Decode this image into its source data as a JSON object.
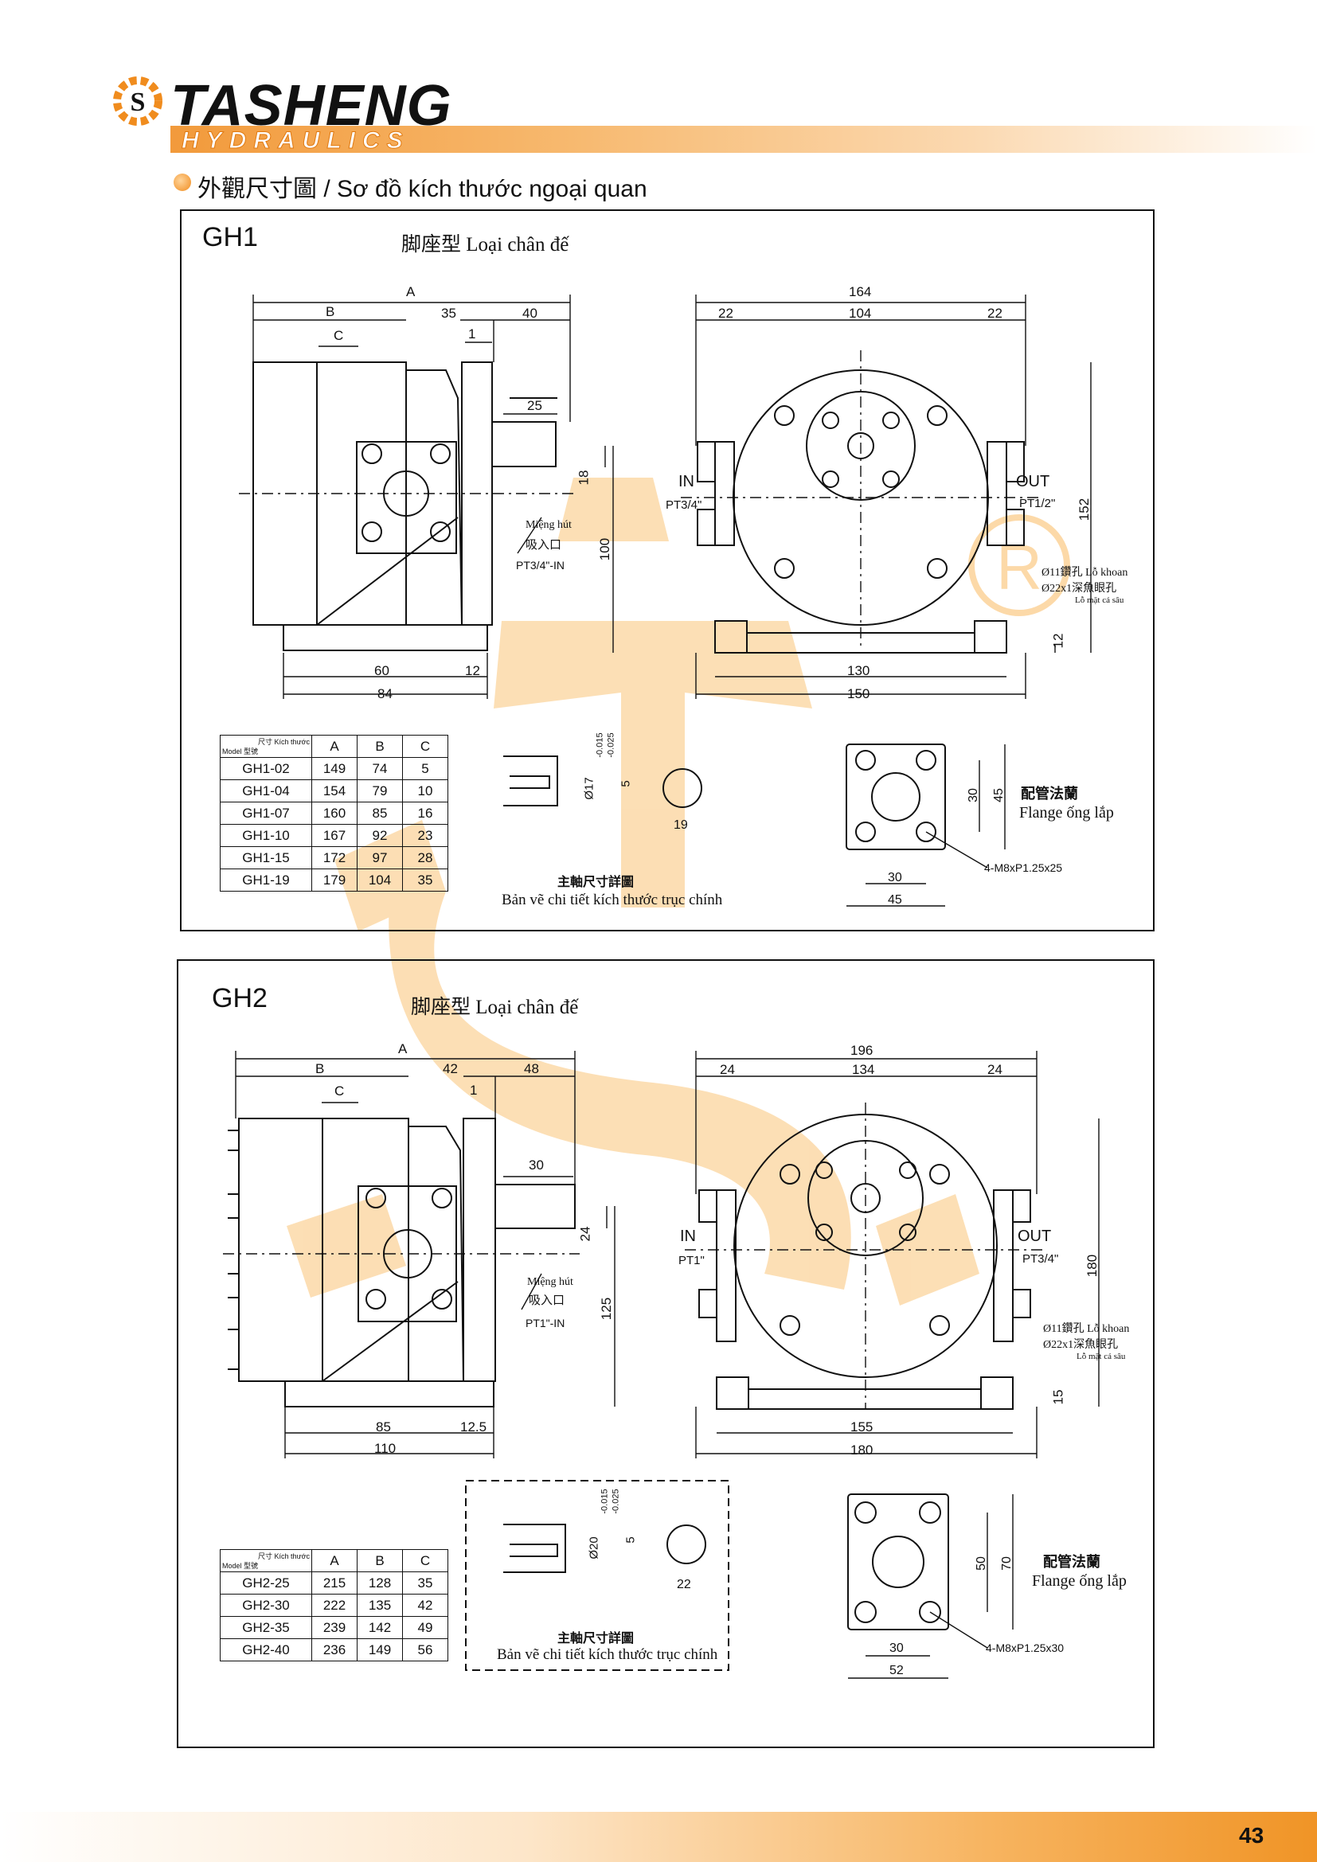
{
  "brand": {
    "name": "TASHENG",
    "sub": "HYDRAULICS"
  },
  "section_title": "外觀尺寸圖 / Sơ đồ kích thước ngoại quan",
  "gh1": {
    "model": "GH1",
    "mount_type": "脚座型 Loại chân đế",
    "dims": {
      "A": "A",
      "B": "B",
      "C": "C",
      "d35": "35",
      "d40": "40",
      "d1": "1",
      "d25": "25",
      "d18": "18",
      "d100": "100",
      "d60": "60",
      "d84": "84",
      "d12": "12",
      "d164": "164",
      "d22a": "22",
      "d104": "104",
      "d22b": "22",
      "d152": "152",
      "d12v": "12",
      "d130": "130",
      "d150": "150"
    },
    "in_label": "IN",
    "in_port": "PT3/4\"",
    "out_label": "OUT",
    "out_port": "PT1/2\"",
    "suction_vn": "Miệng hút",
    "suction_cn": "吸入口",
    "suction_port": "PT3/4\"-IN",
    "hole1": "Ø11鑽孔 Lỗ khoan",
    "hole2": "Ø22x1深魚眼孔",
    "hole3": "Lỗ mặt cá sâu",
    "shaft": {
      "dia": "Ø17",
      "tol1": "-0.015",
      "tol2": "-0.025",
      "key": "5",
      "w": "19",
      "title_cn": "主軸尺寸詳圖",
      "title_vn": "Bản vẽ chi tiết kích thước trục chính"
    },
    "flange": {
      "d30v": "30",
      "d45v": "45",
      "d30h": "30",
      "d45h": "45",
      "bolt": "4-M8xP1.25x25",
      "title_cn": "配管法蘭",
      "title_vn": "Flange ống lắp"
    },
    "table": {
      "hdr_top": "尺寸 Kích thước",
      "hdr_bottom": "Model 型號",
      "columns": [
        "A",
        "B",
        "C"
      ],
      "rows": [
        [
          "GH1-02",
          "149",
          "74",
          "5"
        ],
        [
          "GH1-04",
          "154",
          "79",
          "10"
        ],
        [
          "GH1-07",
          "160",
          "85",
          "16"
        ],
        [
          "GH1-10",
          "167",
          "92",
          "23"
        ],
        [
          "GH1-15",
          "172",
          "97",
          "28"
        ],
        [
          "GH1-19",
          "179",
          "104",
          "35"
        ]
      ]
    }
  },
  "gh2": {
    "model": "GH2",
    "mount_type": "脚座型 Loại chân đế",
    "dims": {
      "A": "A",
      "B": "B",
      "C": "C",
      "d42": "42",
      "d48": "48",
      "d1": "1",
      "d30": "30",
      "d24": "24",
      "d125": "125",
      "d85": "85",
      "d110": "110",
      "d125b": "12.5",
      "d196": "196",
      "d24a": "24",
      "d134": "134",
      "d24b": "24",
      "d180v": "180",
      "d15": "15",
      "d155": "155",
      "d180": "180"
    },
    "in_label": "IN",
    "in_port": "PT1\"",
    "out_label": "OUT",
    "out_port": "PT3/4\"",
    "suction_vn": "Miệng hút",
    "suction_cn": "吸入口",
    "suction_port": "PT1\"-IN",
    "hole1": "Ø11鑽孔 Lỗ khoan",
    "hole2": "Ø22x1深魚眼孔",
    "hole3": "Lỗ mặt cá sâu",
    "shaft": {
      "dia": "Ø20",
      "tol1": "-0.015",
      "tol2": "-0.025",
      "key": "5",
      "w": "22",
      "title_cn": "主軸尺寸詳圖",
      "title_vn": "Bản vẽ chi tiết kích thước trục chính"
    },
    "flange": {
      "d50v": "50",
      "d70v": "70",
      "d30h": "30",
      "d52h": "52",
      "bolt": "4-M8xP1.25x30",
      "title_cn": "配管法蘭",
      "title_vn": "Flange ống lắp"
    },
    "table": {
      "hdr_top": "尺寸 Kích thước",
      "hdr_bottom": "Model 型號",
      "columns": [
        "A",
        "B",
        "C"
      ],
      "rows": [
        [
          "GH2-25",
          "215",
          "128",
          "35"
        ],
        [
          "GH2-30",
          "222",
          "135",
          "42"
        ],
        [
          "GH2-35",
          "239",
          "142",
          "49"
        ],
        [
          "GH2-40",
          "236",
          "149",
          "56"
        ]
      ]
    }
  },
  "page_number": "43",
  "colors": {
    "accent": "#f29a3b",
    "watermark": "#fcd9a8",
    "line": "#111111"
  }
}
